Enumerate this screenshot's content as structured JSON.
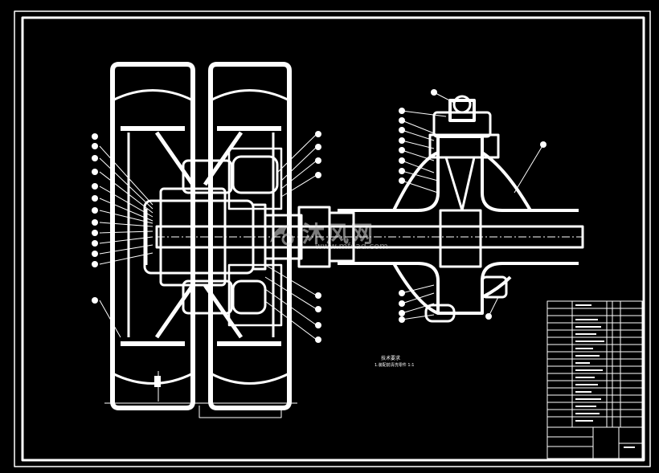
{
  "drawing": {
    "watermark_cn": "沐风网",
    "watermark_url": "www.mfcad.com",
    "note_title": "技术要求",
    "note_sub": "1.装配前清洗零件 1:1"
  },
  "colors": {
    "background": "#000000",
    "line": "#ffffff"
  }
}
